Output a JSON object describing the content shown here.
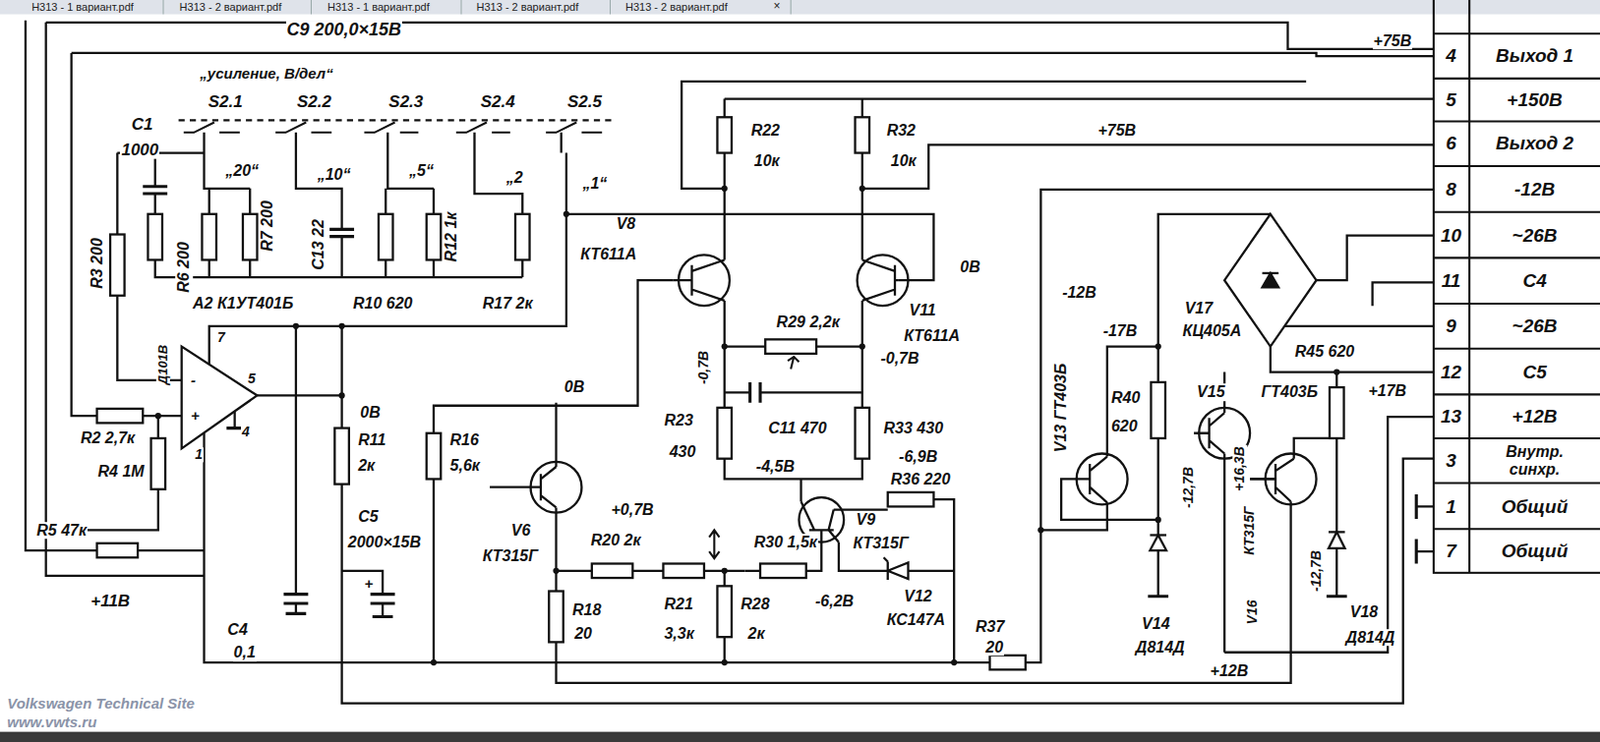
{
  "diagram": {
    "labels": [
      "Н313 - 1 вариант.pdf",
      "Н313 - 2 вариант.pdf",
      "Н313 - 1 вариант.pdf",
      "Н313 - 2 вариант.pdf",
      "Н313 - 2 вариант.pdf",
      "×",
      "С9 200,0×15В",
      "„усиление, В/дел“",
      "S2.1",
      "S2.2",
      "S2.3",
      "S2.4",
      "S2.5",
      "С1",
      "1000",
      "„20“",
      "„10“",
      "„5“",
      "„2",
      "„1“",
      "R3 200",
      "R6 200",
      "R7 200",
      "С13 22",
      "R12 1к",
      "А2 К1УТ401Б",
      "R10 620",
      "R17 2к",
      "Д101В",
      "7",
      "5",
      "4",
      "1",
      "-",
      "+",
      "R2 2,7к",
      "R4 1М",
      "R5 47к",
      "+11В",
      "0В",
      "R11",
      "2к",
      "С5",
      "2000×15В",
      "С4",
      "0,1",
      "R16",
      "5,6к",
      "R18",
      "20",
      "0В",
      "V6",
      "КТ315Г",
      "+0,7В",
      "R20 2к",
      "R21",
      "3,3к",
      "R28",
      "2к",
      "R30 1,5к",
      "-6,2В",
      "V12",
      "КС147А",
      "V9",
      "КТ315Г",
      "-4,5В",
      "-6,9В",
      "R36 220",
      "R23",
      "430",
      "С11 470",
      "R33 430",
      "-0,7В",
      "R29 2,2к",
      "-0,7В",
      "V8",
      "КТ611А",
      "R22",
      "10к",
      "R32",
      "10к",
      "+75В",
      "0В",
      "V11",
      "КТ611А",
      "+75В",
      "R37",
      "20",
      "-12В",
      "-17В",
      "V13 ГТ403Б",
      "R40",
      "620",
      "V14",
      "Д814Д",
      "V17",
      "КЦ405А",
      "R45 620",
      "+17В",
      "V15",
      "ГТ403Б",
      "-12,7В",
      "+16,3В",
      "КТ315Г",
      "V16",
      "-12,7В",
      "V18",
      "Д814Д",
      "+12В",
      "4",
      "Выход 1",
      "5",
      "+150В",
      "6",
      "Выход 2",
      "8",
      "-12В",
      "10",
      "~26В",
      "11",
      "С4",
      "9",
      "~26В",
      "12",
      "С5",
      "13",
      "+12В",
      "3",
      "Внутр. синхр.",
      "1",
      "Общий",
      "7",
      "Общий",
      "Volkswagen Technical Site",
      "www.vwts.ru",
      "+"
    ]
  }
}
